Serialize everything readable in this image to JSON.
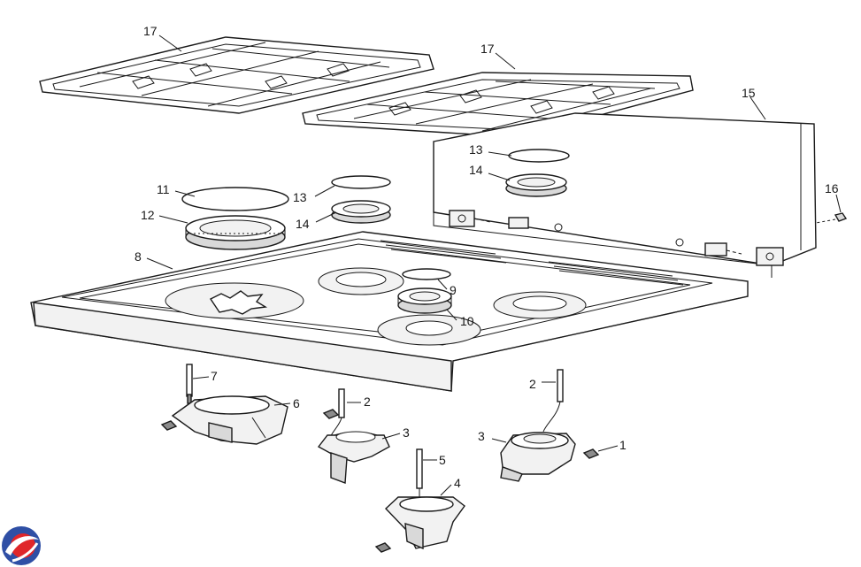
{
  "diagram": {
    "labels": {
      "grate_left": "17",
      "grate_right": "17",
      "backguard": "15",
      "screw": "16",
      "cap_left": "11",
      "head_left": "12",
      "cap_mid": "13",
      "head_mid": "14",
      "cap_back": "13",
      "head_back": "14",
      "cooktop": "8",
      "cap_front": "9",
      "head_front": "10",
      "electrode_left": "7",
      "base_left": "6",
      "electrode_mid": "2",
      "base_mid": "3",
      "electrode_front": "5",
      "base_front": "4",
      "electrode_right": "2",
      "base_right": "3",
      "screw_right": "1"
    },
    "logo": {
      "colors": {
        "ring_outer": "#2f4fa5",
        "ring_inner": "#e0262a",
        "swoosh": "#ffffff"
      }
    }
  }
}
